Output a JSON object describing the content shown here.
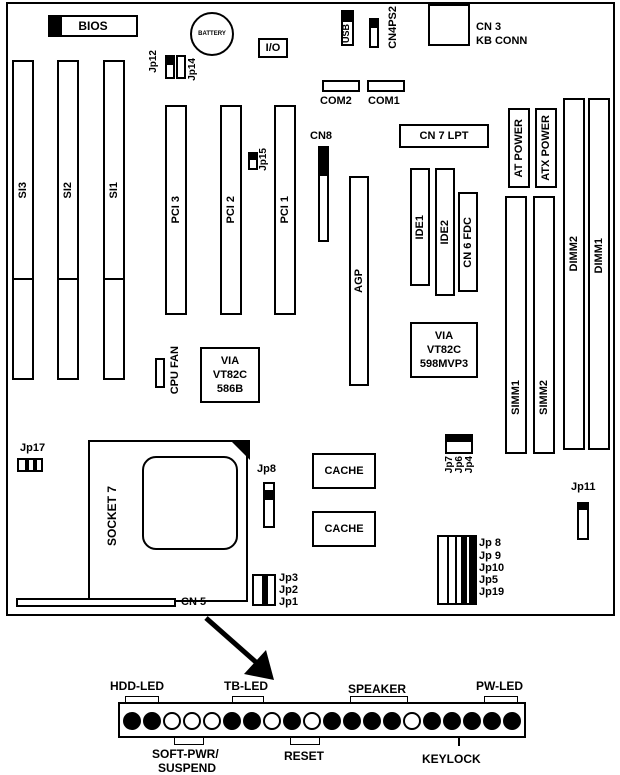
{
  "labels": {
    "bios": "BIOS",
    "battery": "BATTERY",
    "io": "I/O",
    "usb": "USB",
    "cn4ps2": "CN4PS2",
    "cn3": "CN 3",
    "kb_conn": "KB CONN",
    "jp12": "Jp12",
    "jp14": "Jp14",
    "com2": "COM2",
    "com1": "COM1",
    "cn7lpt": "CN 7 LPT",
    "cn8": "CN8",
    "at_power": "AT POWER",
    "atx_power": "ATX POWER",
    "si3": "SI3",
    "si2": "SI2",
    "si1": "SI1",
    "pci3": "PCI 3",
    "pci2": "PCI 2",
    "pci1": "PCI 1",
    "jp15": "Jp15",
    "agp": "AGP",
    "ide1": "IDE1",
    "ide2": "IDE2",
    "cn6fdc": "CN 6 FDC",
    "dimm2": "DIMM2",
    "dimm1": "DIMM1",
    "cpu_fan": "CPU FAN",
    "via586_l1": "VIA",
    "via586_l2": "VT82C",
    "via586_l3": "586B",
    "via598_l1": "VIA",
    "via598_l2": "VT82C",
    "via598_l3": "598MVP3",
    "simm1": "SIMM1",
    "simm2": "SIMM2",
    "jp17": "Jp17",
    "socket7": "SOCKET 7",
    "jp8a": "Jp8",
    "cache1": "CACHE",
    "cache2": "CACHE",
    "jp7": "Jp7",
    "jp6": "Jp6",
    "jp4": "Jp4",
    "jp11": "Jp11",
    "jp8b": "Jp 8",
    "jp9": "Jp 9",
    "jp10": "Jp10",
    "jp5": "Jp5",
    "jp19": "Jp19",
    "jp3": "Jp3",
    "jp2": "Jp2",
    "jp1": "Jp1",
    "cn5": "CN 5"
  },
  "front_panel": {
    "hdd_led": "HDD-LED",
    "tb_led": "TB-LED",
    "speaker": "SPEAKER",
    "pw_led": "PW-LED",
    "soft_pwr_l1": "SOFT-PWR/",
    "soft_pwr_l2": "SUSPEND",
    "reset": "RESET",
    "keylock": "KEYLOCK",
    "pins": [
      "filled",
      "filled",
      "open",
      "open",
      "open",
      "filled",
      "filled",
      "open",
      "filled",
      "open",
      "filled",
      "filled",
      "filled",
      "filled",
      "open",
      "filled",
      "filled",
      "filled",
      "filled",
      "filled"
    ]
  }
}
